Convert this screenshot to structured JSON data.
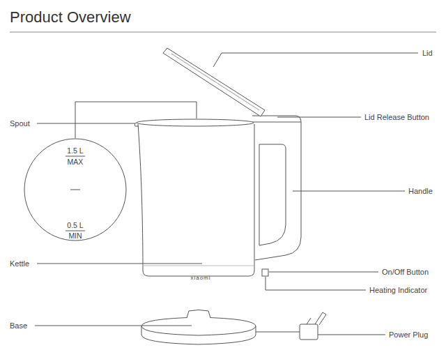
{
  "diagram": {
    "title": "Product Overview",
    "nodes": [
      {
        "text": [
          "1.5 L",
          "MAX",
          "0.5 L",
          "MIN"
        ]
      }
    ],
    "labels": [
      "Lid",
      "Lid Release Button",
      "Spout",
      "Handle",
      "Kettle",
      "On/Off Button",
      "Heating Indicator",
      "Base",
      "Power Plug",
      "xiaomi"
    ]
  }
}
